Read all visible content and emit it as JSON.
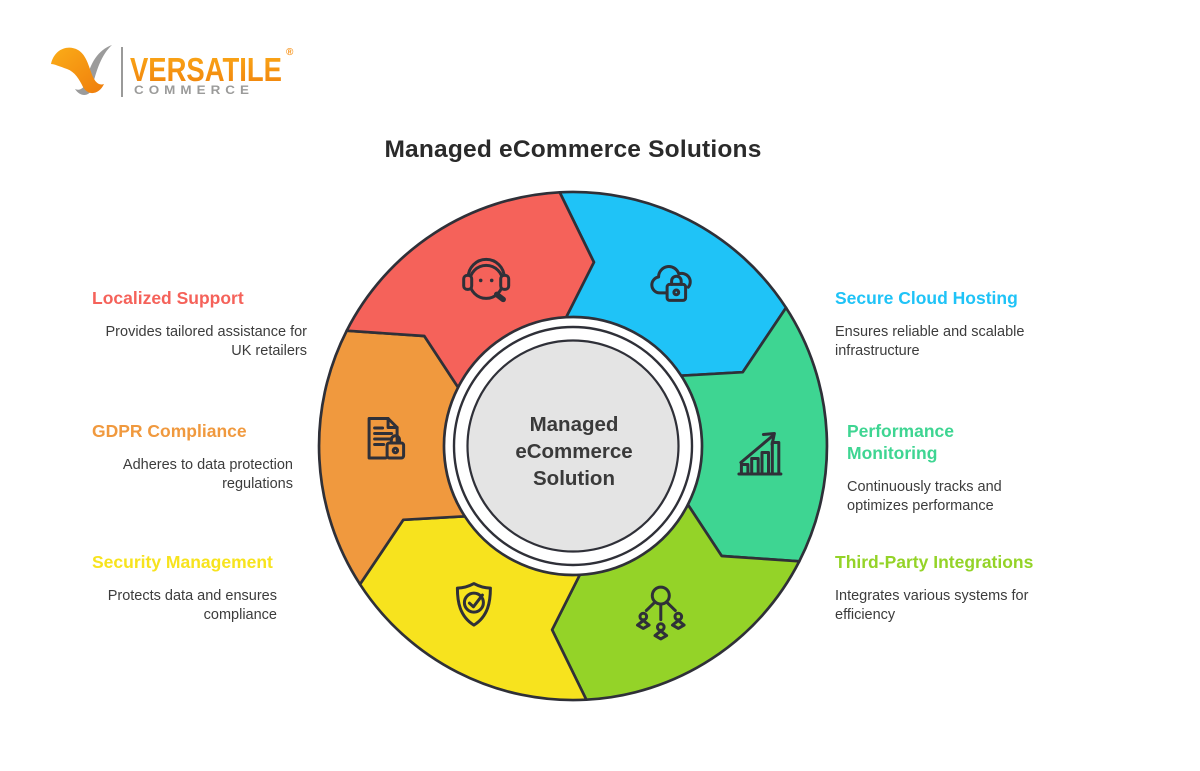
{
  "logo": {
    "brand": "VERSATILE",
    "sub": "COMMERCE",
    "registered": "®",
    "accent": "#F7941D",
    "gray": "#9B9B9A"
  },
  "title": "Managed eCommerce Solutions",
  "center": {
    "text": "Managed\neCommerce\nSolution",
    "fill": "#E4E4E4"
  },
  "wheel": {
    "outline": "#2F3038",
    "segments": [
      {
        "id": "secure-cloud-hosting",
        "heading": "Secure Cloud Hosting",
        "description": "Ensures reliable and scalable\ninfrastructure",
        "color": "#1FC3F7",
        "icon": "cloud-lock-icon",
        "side": "right"
      },
      {
        "id": "performance-monitoring",
        "heading": "Performance\nMonitoring",
        "description": "Continuously tracks and\noptimizes performance",
        "color": "#3ED592",
        "icon": "growth-chart-icon",
        "side": "right"
      },
      {
        "id": "third-party-integrations",
        "heading": "Third-Party Integrations",
        "description": "Integrates various systems for\nefficiency",
        "color": "#94D328",
        "icon": "integration-icon",
        "side": "right"
      },
      {
        "id": "security-management",
        "heading": "Security Management",
        "description": "Protects data and ensures\ncompliance",
        "color": "#F7E31E",
        "icon": "shield-check-icon",
        "side": "left"
      },
      {
        "id": "gdpr-compliance",
        "heading": "GDPR Compliance",
        "description": "Adheres to data protection\nregulations",
        "color": "#F0993E",
        "icon": "document-lock-icon",
        "side": "left"
      },
      {
        "id": "localized-support",
        "heading": "Localized Support",
        "description": "Provides tailored assistance for\nUK retailers",
        "color": "#F5625A",
        "icon": "headset-icon",
        "side": "left"
      }
    ]
  }
}
